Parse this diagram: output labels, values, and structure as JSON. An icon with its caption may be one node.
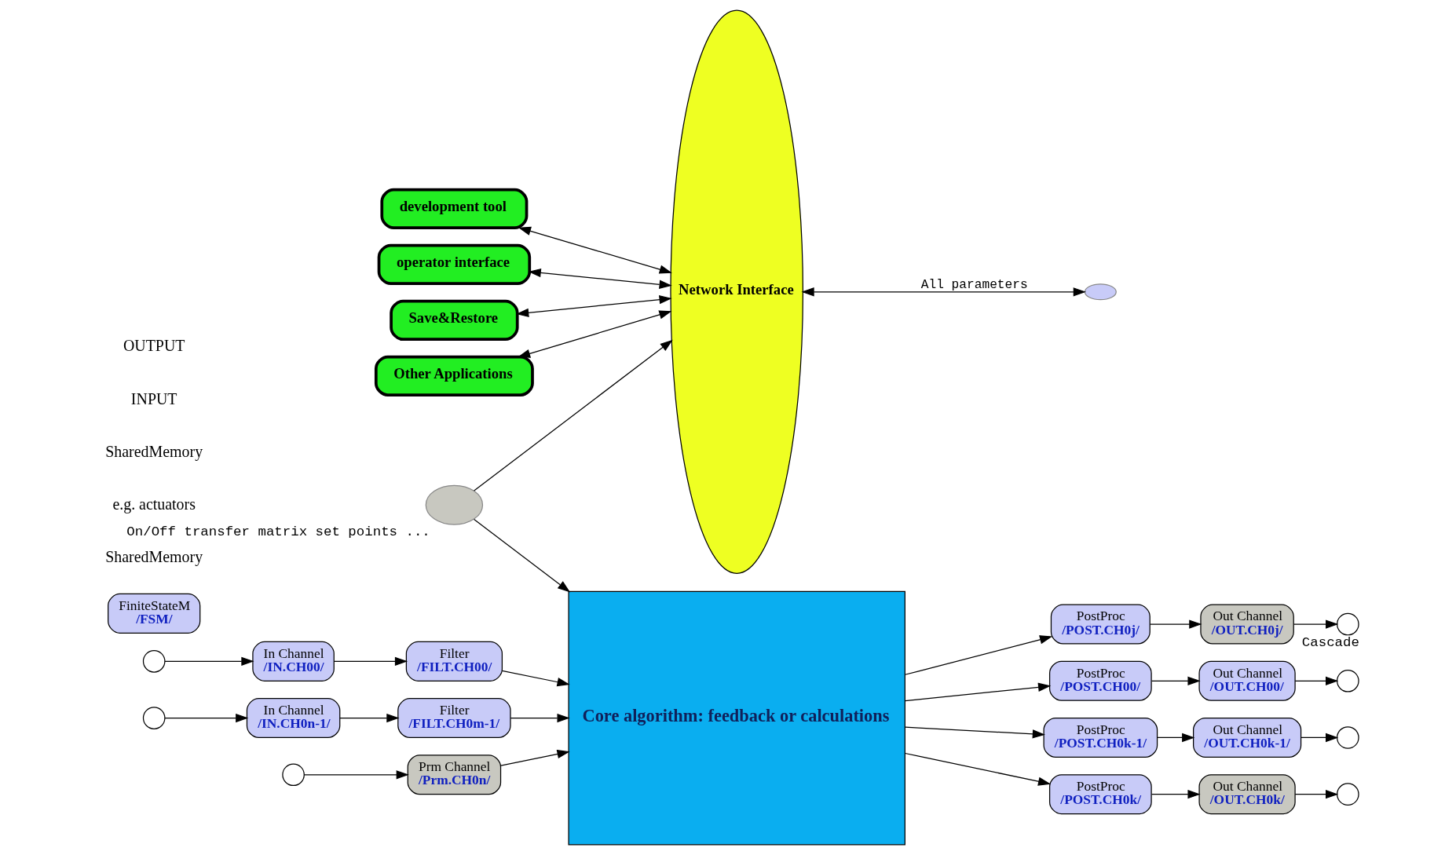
{
  "diagram": {
    "nodes": [
      {
        "text": [
          "development tool"
        ]
      },
      {
        "text": [
          "operator interface"
        ]
      },
      {
        "text": [
          "Save&Restore"
        ]
      },
      {
        "text": [
          "Other Applications"
        ]
      },
      {
        "text": [
          "Network Interface"
        ]
      },
      {
        "text": [],
        "shape": "ellipse"
      },
      {
        "text": [],
        "shape": "ellipse",
        "beside": [
          "On/Off transfer matrix set points ..."
        ]
      },
      {
        "text": [
          "FiniteStateM",
          "/FSM/"
        ]
      },
      {
        "text": [],
        "shape": "circle"
      },
      {
        "text": [
          "In Channel",
          "/IN.CH00/"
        ]
      },
      {
        "text": [
          "Filter",
          "/FILT.CH00/"
        ]
      },
      {
        "text": [],
        "shape": "circle"
      },
      {
        "text": [
          "In Channel",
          "/IN.CH0n-1/"
        ]
      },
      {
        "text": [
          "Filter",
          "/FILT.CH0m-1/"
        ]
      },
      {
        "text": [],
        "shape": "circle"
      },
      {
        "text": [
          "Prm Channel",
          "/Prm.CH0n/"
        ]
      },
      {
        "text": [
          "Core algorithm: feedback or calculations"
        ]
      },
      {
        "text": [
          "PostProc",
          "/POST.CH0j/"
        ]
      },
      {
        "text": [
          "Out Channel",
          "/OUT.CH0j/"
        ]
      },
      {
        "text": [],
        "shape": "circle",
        "beside": [
          "Cascade"
        ]
      },
      {
        "text": [
          "PostProc",
          "/POST.CH00/"
        ]
      },
      {
        "text": [
          "Out Channel",
          "/OUT.CH00/"
        ]
      },
      {
        "text": [],
        "shape": "circle"
      },
      {
        "text": [
          "PostProc",
          "/POST.CH0k-1/"
        ]
      },
      {
        "text": [
          "Out Channel",
          "/OUT.CH0k-1/"
        ]
      },
      {
        "text": [],
        "shape": "circle"
      },
      {
        "text": [
          "PostProc",
          "/POST.CH0k/"
        ]
      },
      {
        "text": [
          "Out Channel",
          "/OUT.CH0k/"
        ]
      },
      {
        "text": [],
        "shape": "circle"
      }
    ],
    "edges": [
      {
        "from": 0,
        "to": 4,
        "arrow": "both"
      },
      {
        "from": 1,
        "to": 4,
        "arrow": "both"
      },
      {
        "from": 2,
        "to": 4,
        "arrow": "both"
      },
      {
        "from": 3,
        "to": 4,
        "arrow": "both"
      },
      {
        "from": 4,
        "to": 5,
        "arrow": "both",
        "label": "All parameters"
      },
      {
        "from": 6,
        "to": 4,
        "arrow": "to"
      },
      {
        "from": 6,
        "to": 16,
        "arrow": "to"
      },
      {
        "from": 8,
        "to": 9,
        "arrow": "to"
      },
      {
        "from": 9,
        "to": 10,
        "arrow": "to"
      },
      {
        "from": 10,
        "to": 16,
        "arrow": "to"
      },
      {
        "from": 11,
        "to": 12,
        "arrow": "to"
      },
      {
        "from": 12,
        "to": 13,
        "arrow": "to"
      },
      {
        "from": 13,
        "to": 16,
        "arrow": "to"
      },
      {
        "from": 14,
        "to": 15,
        "arrow": "to"
      },
      {
        "from": 15,
        "to": 16,
        "arrow": "to"
      },
      {
        "from": 16,
        "to": 17,
        "arrow": "to"
      },
      {
        "from": 17,
        "to": 18,
        "arrow": "to"
      },
      {
        "from": 18,
        "to": 19,
        "arrow": "to"
      },
      {
        "from": 16,
        "to": 20,
        "arrow": "to"
      },
      {
        "from": 20,
        "to": 21,
        "arrow": "to"
      },
      {
        "from": 21,
        "to": 22,
        "arrow": "to"
      },
      {
        "from": 16,
        "to": 23,
        "arrow": "to"
      },
      {
        "from": 23,
        "to": 24,
        "arrow": "to"
      },
      {
        "from": 24,
        "to": 25,
        "arrow": "to"
      },
      {
        "from": 16,
        "to": 26,
        "arrow": "to"
      },
      {
        "from": 26,
        "to": 27,
        "arrow": "to"
      },
      {
        "from": 27,
        "to": 28,
        "arrow": "to"
      }
    ],
    "labels": [
      "SharedMemory",
      "e.g. actuators",
      "SharedMemory",
      "INPUT",
      "OUTPUT"
    ]
  }
}
